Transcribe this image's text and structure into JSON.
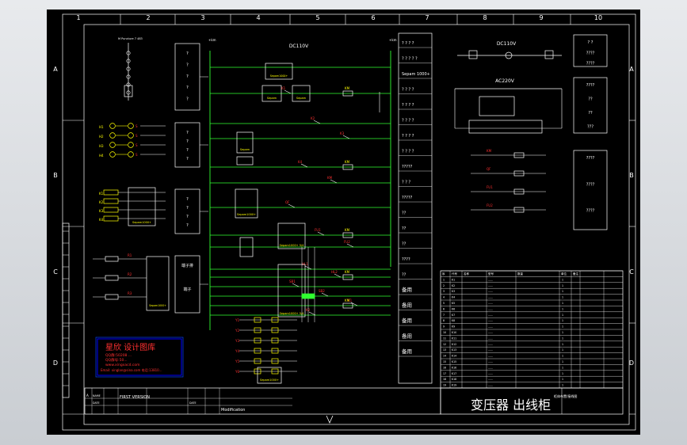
{
  "columns": [
    "1",
    "2",
    "3",
    "4",
    "5",
    "6",
    "7",
    "8",
    "9",
    "10"
  ],
  "rows": [
    "A",
    "B",
    "C",
    "D"
  ],
  "top_label": "DC110V",
  "right_dc_label": "DC110V",
  "right_ac_label": "AC220V",
  "relay_label": "Sepam1000+",
  "relay_label2": "Sepam1000+ 5/4",
  "title_cn": "变压器 出线柜",
  "title_small": "柜体布置/接线图",
  "watermark": {
    "title": "星欣 设计图库",
    "line1": "QQ群:50208 ...",
    "line2": "QQ群号:50...",
    "line3": "www.xingxacd.com",
    "line4": "Email: xinglan@sina.com 电话:13810..."
  },
  "revision": {
    "first_version": "FIRST VERSION",
    "modification": "Modification",
    "date": "DATE",
    "name": "NAME",
    "col_a": "A"
  },
  "right_labels": [
    {
      "label": "? ? ? ?"
    },
    {
      "label": "? ? ? ? ?"
    },
    {
      "label": "Sepam 1000+"
    },
    {
      "label": "? ? ? ?"
    },
    {
      "label": "? ? ? ?"
    },
    {
      "label": "? ? ? ?"
    },
    {
      "label": "? ? ? ?"
    },
    {
      "label": "? ? ? ?"
    },
    {
      "label": "?????"
    },
    {
      "label": "? ? ?"
    },
    {
      "label": "?????"
    },
    {
      "label": "??"
    },
    {
      "label": "??"
    },
    {
      "label": "??"
    },
    {
      "label": "????"
    },
    {
      "label": "??"
    },
    {
      "label": "备用"
    },
    {
      "label": "备用"
    },
    {
      "label": "备用"
    },
    {
      "label": "备用"
    },
    {
      "label": "备用"
    }
  ],
  "far_right_boxes": [
    {
      "lines": [
        "? ?",
        "????",
        "????"
      ]
    },
    {
      "lines": [
        "????",
        "??",
        "??",
        "???"
      ]
    },
    {
      "lines": [
        "????",
        "????",
        "????"
      ]
    }
  ],
  "left_boxes": [
    {
      "lines": [
        "?",
        "?",
        "?",
        "?",
        "?"
      ]
    },
    {
      "lines": [
        "?",
        "?",
        "?",
        "?"
      ]
    },
    {
      "lines": [
        "?",
        "?",
        "?",
        "?"
      ]
    },
    {
      "lines": [
        "端子排",
        "端子"
      ]
    }
  ],
  "bom_headers": [
    "序",
    "代号",
    "名称",
    "型号",
    "数量",
    "单位",
    "备注"
  ],
  "bom_rows": 20,
  "red_labels": [
    "K1",
    "K2",
    "K3",
    "K4",
    "KM",
    "QF",
    "FU1",
    "FU2",
    "HL1",
    "HL2",
    "SB1",
    "SB2"
  ]
}
